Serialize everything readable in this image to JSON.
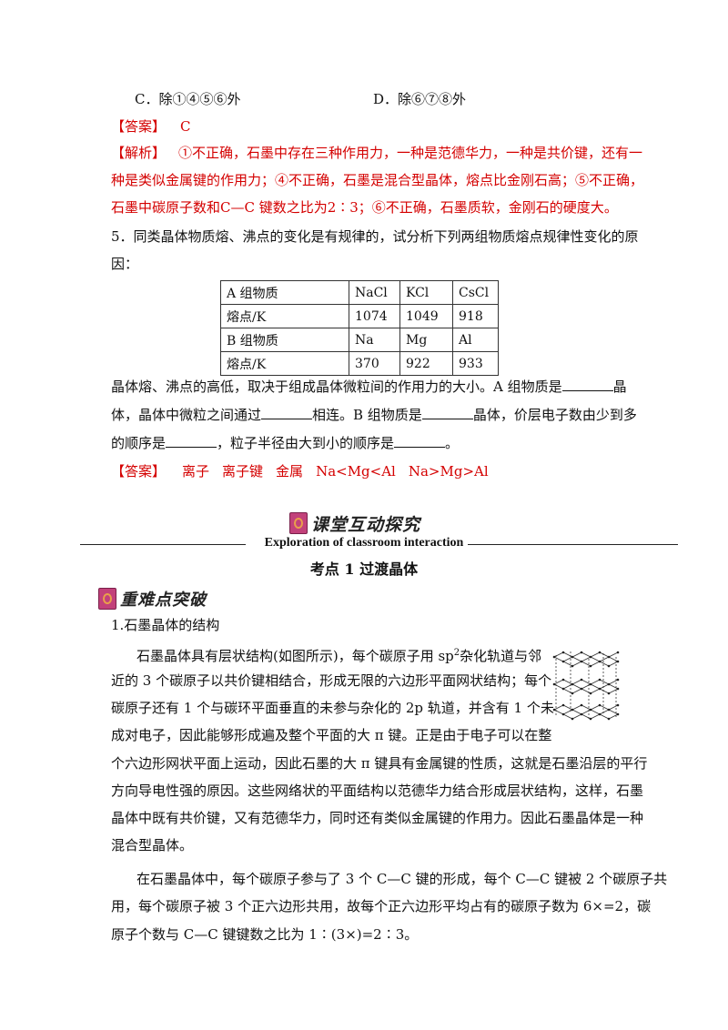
{
  "options": {
    "c": "C．除①④⑤⑥外",
    "d": "D．除⑥⑦⑧外"
  },
  "q4": {
    "answer_tag": "【答案】",
    "answer": "C",
    "analysis_tag": "【解析】",
    "analysis_lines": [
      "①不正确，石墨中存在三种作用力，一种是范德华力，一种是共价键，还有一",
      "种是类似金属键的作用力；④不正确，石墨是混合型晶体，熔点比金刚石高；⑤不正确，",
      "石墨中碳原子数和C—C 键数之比为2∶3；⑥不正确，石墨质软，金刚石的硬度大。"
    ]
  },
  "q5": {
    "stem_1": "5．同类晶体物质熔、沸点的变化是有规律的，试分析下列两组物质熔点规律性变化的原",
    "stem_2": "因：",
    "table": [
      [
        "A 组物质",
        "NaCl",
        "KCl",
        "CsCl"
      ],
      [
        "熔点/K",
        "1074",
        "1049",
        "918"
      ],
      [
        "B 组物质",
        "Na",
        "Mg",
        "Al"
      ],
      [
        "熔点/K",
        "370",
        "922",
        "933"
      ]
    ],
    "fill_1a": "晶体熔、沸点的高低，取决于组成晶体微粒间的作用力的大小。A 组物质是",
    "fill_1b": "晶",
    "fill_2a": "体，晶体中微粒之间通过",
    "fill_2b": "相连。B 组物质是",
    "fill_2c": "晶体，价层电子数由少到多",
    "fill_3a": "的顺序是",
    "fill_3b": "，粒子半径由大到小的顺序是",
    "fill_3c": "。",
    "answer_tag": "【答案】",
    "answers": [
      "离子",
      "离子键",
      "金属",
      "Na<Mg<Al",
      "Na>Mg>Al"
    ]
  },
  "banner": {
    "title": "课堂互动探究",
    "subtitle": "Exploration of classroom interaction"
  },
  "section_title": "考点 1 过渡晶体",
  "subsection_title": "重难点突破",
  "topic": {
    "heading": "1.石墨晶体的结构",
    "p1_lines": [
      "石墨晶体具有层状结构(如图所示)，每个碳原子用 sp",
      "近的 3 个碳原子以共价键相结合，形成无限的六边形平面网状结构；每个",
      "碳原子还有 1 个与碳环平面垂直的未参与杂化的 2p 轨道，并含有 1 个未",
      "成对电子，因此能够形成遍及整个平面的大 π 键。正是由于电子可以在整",
      "个六边形网状平面上运动，因此石墨的大 π 键具有金属键的性质，这就是石墨沿层的平行",
      "方向导电性强的原因。这些网络状的平面结构以范德华力结合形成层状结构，这样，石墨",
      "晶体中既有共价键，又有范德华力，同时还有类似金属键的作用力。因此石墨晶体是一种",
      "混合型晶体。"
    ],
    "sup": "2",
    "p1_tail": "杂化轨道与邻",
    "p2_lines": [
      "在石墨晶体中，每个碳原子参与了 3 个 C—C 键的形成，每个 C—C 键被 2 个碳原子共",
      "用，每个碳原子被 3 个正六边形共用，故每个正六边形平均占有的碳原子数为 6×=2，碳",
      "原子个数与 C—C 键键数之比为 1∶(3×)=2∶3。"
    ]
  }
}
